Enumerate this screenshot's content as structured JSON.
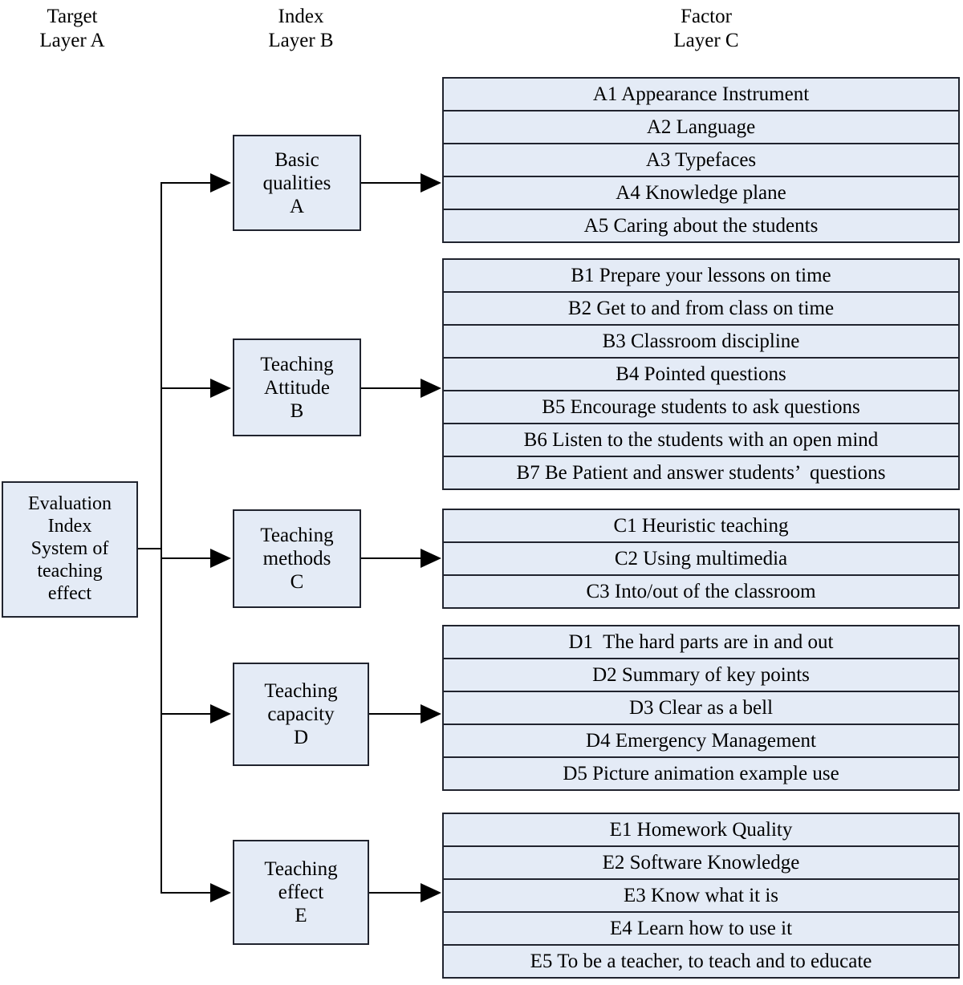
{
  "headers": [
    {
      "text": "Target\nLayer A",
      "name": "header-target-layer-a"
    },
    {
      "text": "Index\nLayer B",
      "name": "header-index-layer-b"
    },
    {
      "text": "Factor\nLayer C",
      "name": "header-factor-layer-c"
    }
  ],
  "target": {
    "label": "Evaluation\nIndex\nSystem of\nteaching\neffect"
  },
  "index_nodes": [
    {
      "label": "Basic\nqualities\nA",
      "code": "A"
    },
    {
      "label": "Teaching\nAttitude\nB",
      "code": "B"
    },
    {
      "label": "Teaching\nmethods\nC",
      "code": "C"
    },
    {
      "label": "Teaching\ncapacity\nD",
      "code": "D"
    },
    {
      "label": "Teaching\neffect\nE",
      "code": "E"
    }
  ],
  "factor_groups": [
    {
      "code": "A",
      "items": [
        "A1 Appearance Instrument",
        "A2 Language",
        "A3 Typefaces",
        "A4 Knowledge plane",
        "A5 Caring about the students"
      ]
    },
    {
      "code": "B",
      "items": [
        "B1 Prepare your lessons on time",
        "B2 Get to and from class on time",
        "B3 Classroom discipline",
        "B4 Pointed questions",
        "B5 Encourage students to ask questions",
        "B6 Listen to the students with an open mind",
        "B7 Be Patient and answer students’  questions"
      ]
    },
    {
      "code": "C",
      "items": [
        "C1 Heuristic teaching",
        "C2 Using multimedia",
        "C3 Into/out of the classroom"
      ]
    },
    {
      "code": "D",
      "items": [
        "D1  The hard parts are in and out",
        "D2 Summary of key points",
        "D3 Clear as a bell",
        "D4 Emergency Management",
        "D5 Picture animation example use"
      ]
    },
    {
      "code": "E",
      "items": [
        "E1 Homework Quality",
        "E2 Software Knowledge",
        "E3 Know what it is",
        "E4 Learn how to use it",
        "E5 To be a teacher, to teach and to educate"
      ]
    }
  ],
  "colors": {
    "box_fill": "#e4ebf6",
    "box_border": "#20232e",
    "line": "#000000",
    "background": "#ffffff",
    "text": "#000000"
  }
}
